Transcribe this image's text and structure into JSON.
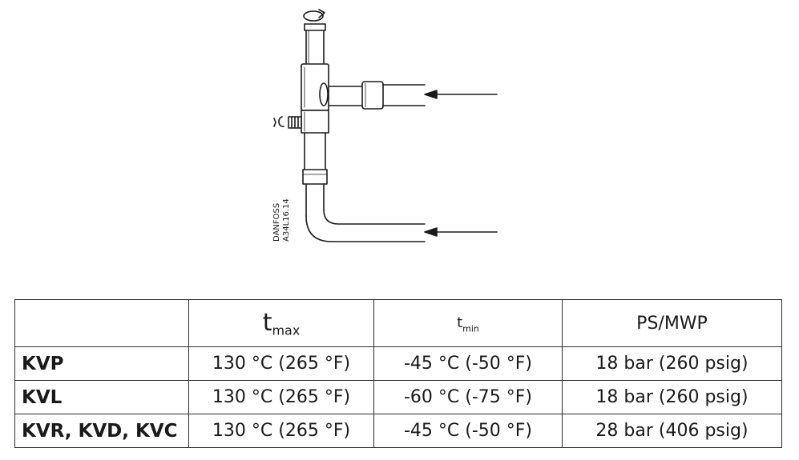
{
  "figure": {
    "label_line1": "DANFOSS",
    "label_line2": "A34L16.14"
  },
  "table": {
    "headers": {
      "empty": "",
      "tmax_symbol": "t",
      "tmax_sub": "max",
      "tmin_symbol": "t",
      "tmin_sub": "min",
      "pressure": "PS/MWP"
    },
    "rows": [
      {
        "model": "KVP",
        "tmax": "130 °C (265 °F)",
        "tmin": "-45 °C (-50 °F)",
        "pressure": "18 bar (260 psig)"
      },
      {
        "model": "KVL",
        "tmax": "130 °C (265 °F)",
        "tmin": "-60 °C (-75 °F)",
        "pressure": "18 bar (260 psig)"
      },
      {
        "model": "KVR, KVD, KVC",
        "tmax": "130 °C (265 °F)",
        "tmin": "-45 °C (-50 °F)",
        "pressure": "28 bar (406 psig)"
      }
    ]
  }
}
